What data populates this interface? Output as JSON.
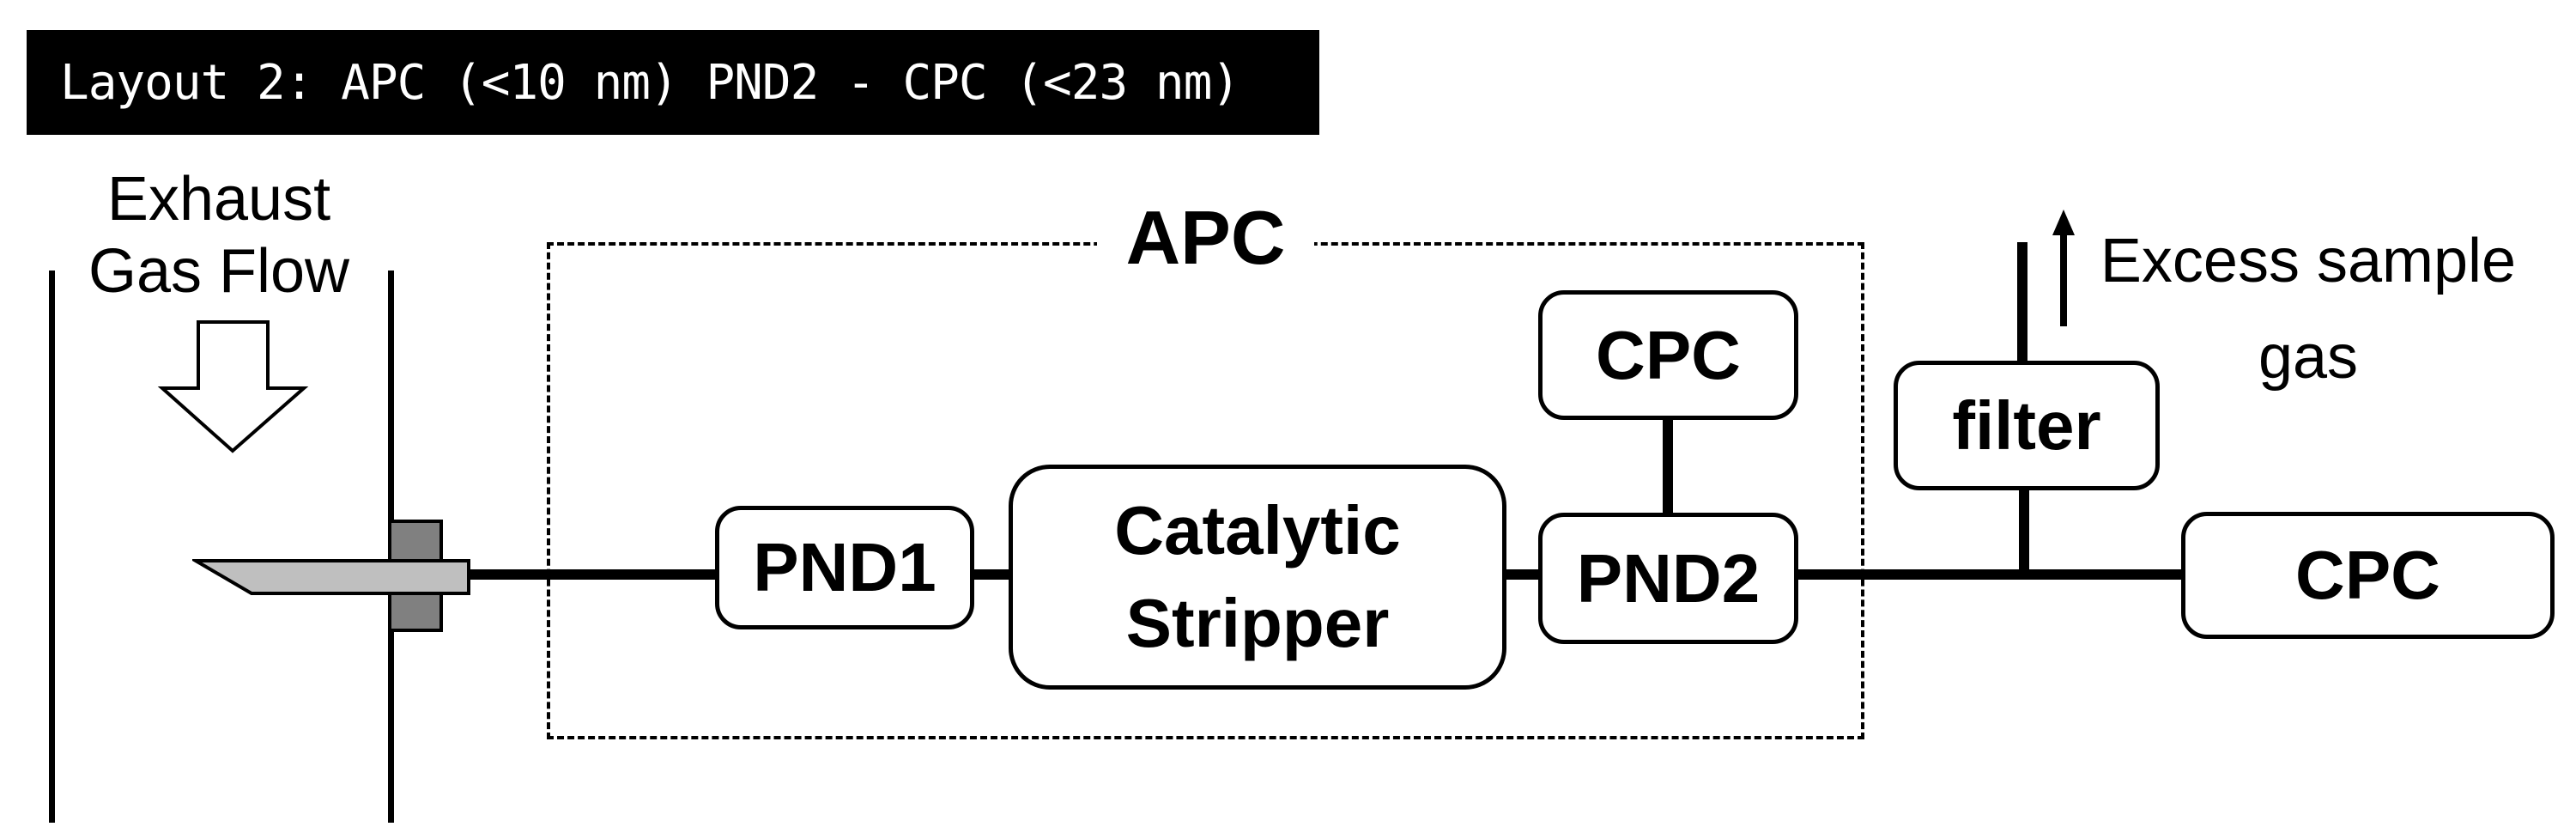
{
  "title": {
    "bar_label": "Layout 2: APC (<10 nm) PND2 - CPC (<23 nm)"
  },
  "labels": {
    "exhaust_flow_line1": "Exhaust",
    "exhaust_flow_line2": "Gas Flow",
    "apc_group": "APC",
    "excess_line1": "Excess sample",
    "excess_line2": "gas"
  },
  "nodes": {
    "pnd1": "PND1",
    "catalytic_stripper_line1": "Catalytic",
    "catalytic_stripper_line2": "Stripper",
    "cpc_upper": "CPC",
    "pnd2": "PND2",
    "filter": "filter",
    "cpc_main": "CPC"
  },
  "icons": {
    "exhaust_flow_arrow": "down-block-arrow",
    "excess_gas_arrow": "up-arrow",
    "sampling_probe": "probe-blade",
    "probe_mount": "duct-fitting"
  },
  "colors": {
    "line": "#000000",
    "title_bg": "#000000",
    "title_text": "#ffffff",
    "box_fill": "#ffffff",
    "probe_fill": "#bfbfbf",
    "probe_mount_fill": "#808080"
  },
  "connections": [
    "exhaust duct probe -> PND1",
    "PND1 -> Catalytic Stripper",
    "Catalytic Stripper -> PND2",
    "PND2 -> CPC (upper, inside APC)",
    "PND2 -> junction",
    "junction -> filter -> excess sample gas vent",
    "junction -> CPC (main)"
  ]
}
